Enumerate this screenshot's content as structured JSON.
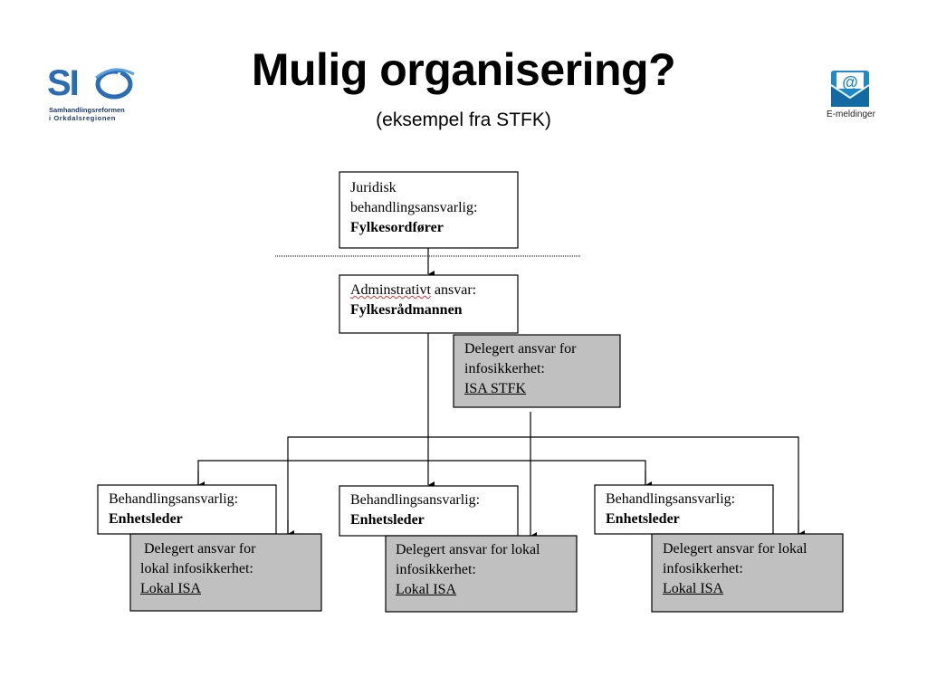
{
  "slide": {
    "title": "Mulig organisering?",
    "subtitle": "(eksempel fra STFK)"
  },
  "logos": {
    "left": {
      "letters": "SI",
      "line1": "Samhandlingsreformen",
      "line2": "i Orkdalsregionen",
      "color": "#2a6cb5"
    },
    "right": {
      "caption": "E-meldinger",
      "icon": "email-envelope-at-icon",
      "color": "#1e88c8"
    }
  },
  "diagram": {
    "juridisk": {
      "line1": "Juridisk",
      "line2": "behandlingsansvarlig:",
      "line3": "Fylkesordfører"
    },
    "admin": {
      "prefix": "Adminstrativt",
      "rest": " ansvar:",
      "line2": "Fylkesrådmannen"
    },
    "delegert_stfk": {
      "line1": "Delegert ansvar for",
      "line2": "infosikkerhet:",
      "line3": "ISA STFK"
    },
    "units": [
      {
        "role": "Behandlingsansvarlig:",
        "name": "Enhetsleder",
        "del_line1": " Delegert ansvar for",
        "del_line2": "lokal infosikkerhet:",
        "del_line3": "Lokal ISA"
      },
      {
        "role": "Behandlingsansvarlig:",
        "name": "Enhetsleder",
        "del_line1": "Delegert ansvar for lokal",
        "del_line2": "infosikkerhet:",
        "del_line3": "Lokal ISA"
      },
      {
        "role": "Behandlingsansvarlig:",
        "name": "Enhetsleder",
        "del_line1": "Delegert ansvar for lokal",
        "del_line2": "infosikkerhet:",
        "del_line3": "Lokal ISA"
      }
    ],
    "colors": {
      "gray_fill": "#c0c0c0",
      "line": "#000000"
    }
  }
}
